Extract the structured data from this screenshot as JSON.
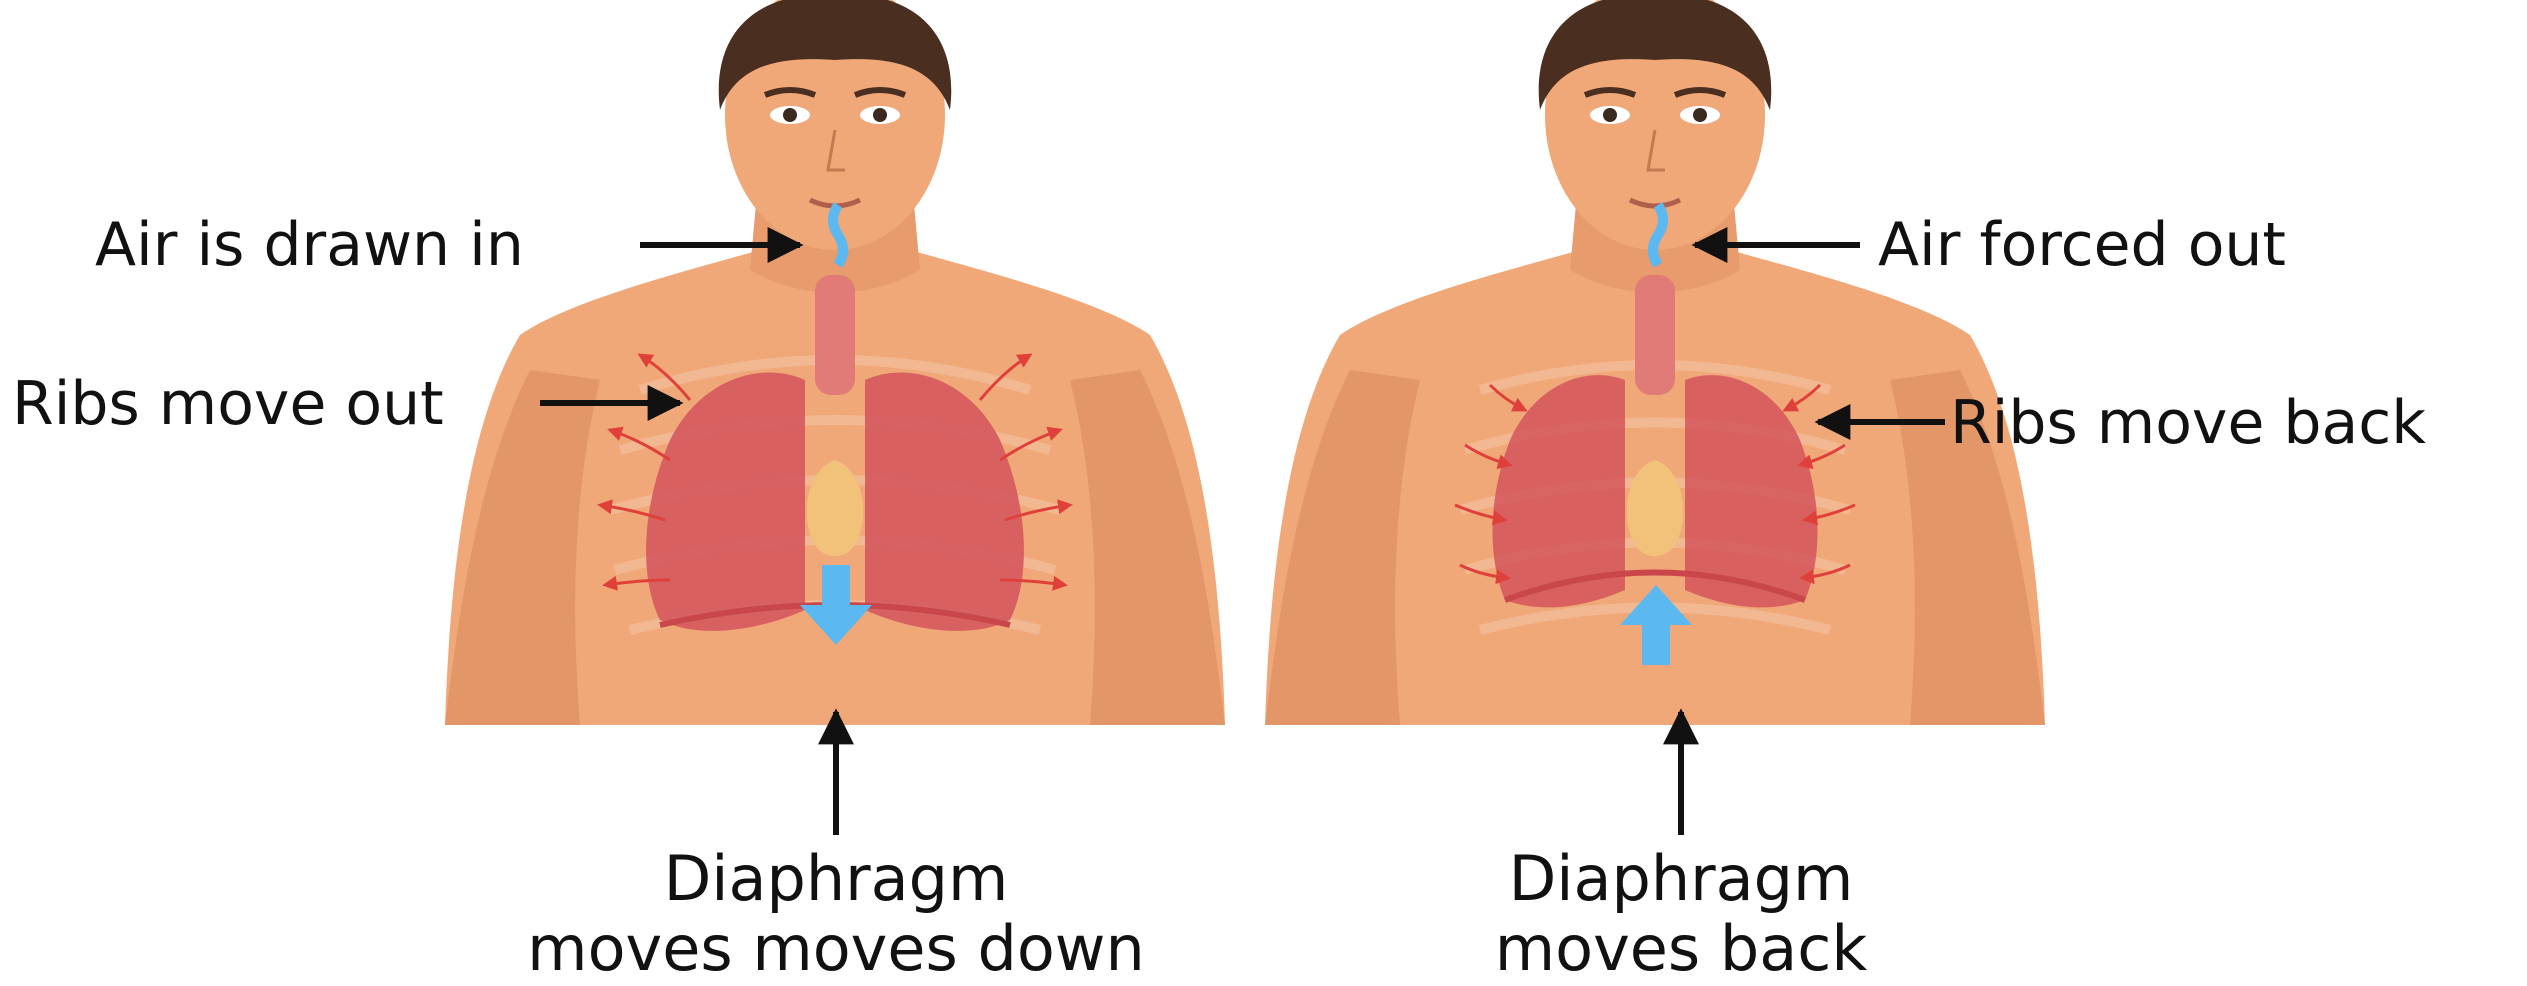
{
  "panels": [
    {
      "id": "inhale",
      "labels": {
        "air": "Air is drawn in",
        "ribs": "Ribs move out",
        "diaphragm_line1": "Diaphragm",
        "diaphragm_line2": "moves moves down"
      },
      "diaphragm_arrow_direction": "down"
    },
    {
      "id": "exhale",
      "labels": {
        "air": "Air forced out",
        "ribs": "Ribs move back",
        "diaphragm_line1": "Diaphragm",
        "diaphragm_line2": "moves back"
      },
      "diaphragm_arrow_direction": "up"
    }
  ],
  "colors": {
    "skin": "#f0a878",
    "skin_shadow": "#d98a5c",
    "hair": "#4a2e1f",
    "lung": "#d4555c",
    "trachea": "#e07b78",
    "heart": "#f2c27a",
    "air_arrow": "#5bb8f0",
    "rib_arrow": "#e0403a",
    "label_arrow": "#111111",
    "text": "#111111"
  }
}
